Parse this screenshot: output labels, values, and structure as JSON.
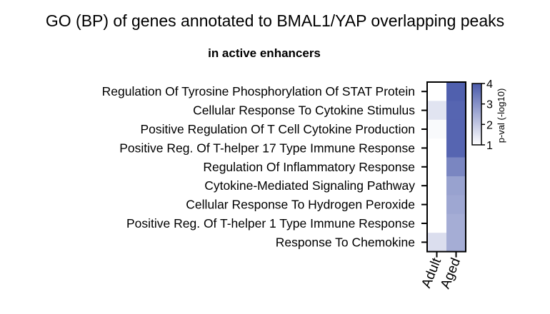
{
  "chart_data": {
    "type": "heatmap",
    "title": "GO (BP) of genes annotated to BMAL1/YAP overlapping peaks",
    "subtitle": "in active enhancers",
    "rows": [
      "Regulation Of Tyrosine Phosphorylation Of STAT Protein",
      "Cellular Response To Cytokine Stimulus",
      "Positive Regulation Of T Cell Cytokine Production",
      "Positive Reg. Of T-helper 17 Type Immune Response",
      "Regulation Of Inflammatory Response",
      "Cytokine-Mediated Signaling Pathway",
      "Cellular Response To Hydrogen Peroxide",
      "Positive Reg. Of T-helper 1 Type Immune Response",
      "Response To Chemokine"
    ],
    "columns": [
      "Adult",
      "Aged"
    ],
    "values": [
      [
        1.0,
        3.9
      ],
      [
        1.5,
        3.8
      ],
      [
        1.1,
        3.8
      ],
      [
        1.0,
        3.8
      ],
      [
        1.0,
        3.2
      ],
      [
        1.0,
        2.7
      ],
      [
        1.0,
        2.6
      ],
      [
        1.0,
        2.5
      ],
      [
        1.6,
        2.5
      ]
    ],
    "colorbar": {
      "label": "p-val (-log10)",
      "min": 1,
      "max": 4,
      "ticks": [
        "1",
        "2",
        "3",
        "4"
      ],
      "color_low": "#ffffff",
      "color_high": "#4a5aab"
    }
  }
}
